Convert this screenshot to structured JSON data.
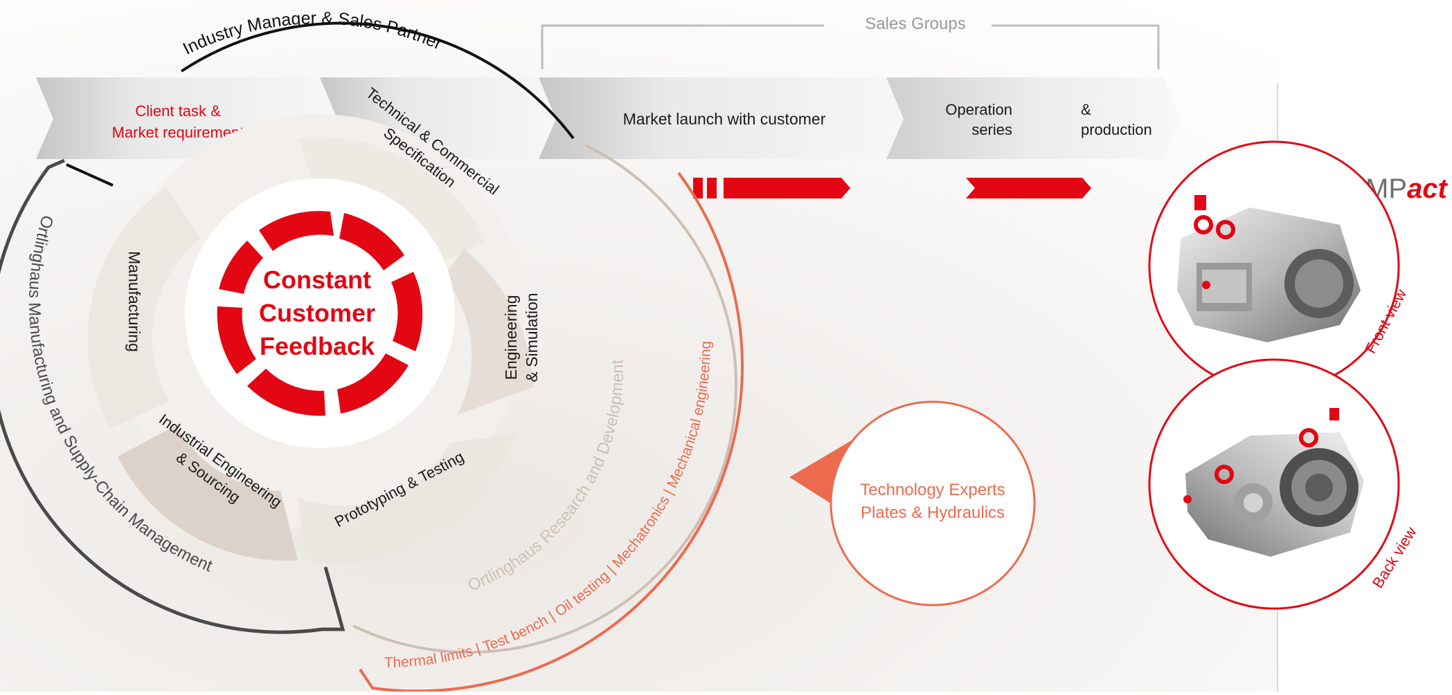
{
  "colors": {
    "red": "#e30613",
    "orange": "#ec6b4f",
    "light_orange": "#f5b8a8",
    "dark_gray": "#4a4a4a",
    "mid_gray": "#8c8c8c",
    "beige_gray": "#cdbfb4",
    "text_gray": "#9a9a9a"
  },
  "top_arc_label": "Industry Manager & Sales Partner",
  "sales_groups_label": "Sales Groups",
  "process": {
    "client_task_line1": "Client task &",
    "client_task_line2": "Market requirement",
    "market_launch": "Market launch with customer",
    "operation_line1": "Operation",
    "operation_line2": "series",
    "production_line1": "&",
    "production_line2": "production"
  },
  "center": {
    "line1": "Constant",
    "line2": "Customer",
    "line3": "Feedback"
  },
  "segments": {
    "spec_line1": "Technical & Commercial",
    "spec_line2": "Specification",
    "engineering_line1": "Engineering",
    "engineering_line2": "& Simulation",
    "prototyping": "Prototyping & Testing",
    "industrial_line1": "Industrial Engineering",
    "industrial_line2": "& Sourcing",
    "manufacturing": "Manufacturing"
  },
  "outer_rings": {
    "research": "Ortlinghaus Research and Development",
    "manufacturing_scm": "Ortlinghaus Manufacturing and Supply-Chain Management",
    "expertise": "Thermal limits  |  Test bench  |  Oil testing  |  Mechatronics  |  Mechanical engineering"
  },
  "technology_experts": {
    "line1": "Technology Experts",
    "line2": "Plates & Hydraulics"
  },
  "product": {
    "brand_part1": "COMP",
    "brand_part2": "act",
    "front_view": "Front view",
    "back_view": "Back view"
  }
}
